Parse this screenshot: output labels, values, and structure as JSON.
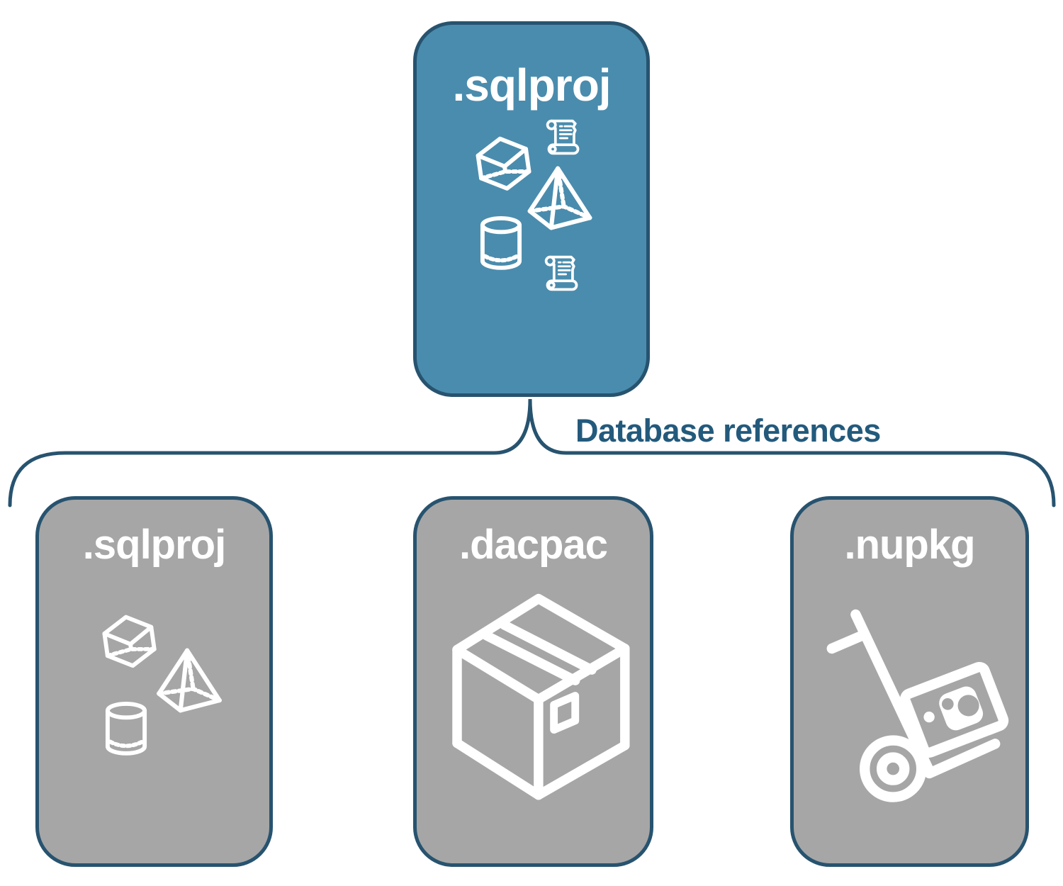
{
  "diagram": {
    "root": {
      "label": ".sqlproj"
    },
    "edge_label": "Database references",
    "children": [
      {
        "label": ".sqlproj"
      },
      {
        "label": ".dacpac"
      },
      {
        "label": ".nupkg"
      }
    ],
    "icons": {
      "root": [
        "cube-icon",
        "scroll-icon",
        "pyramid-icon",
        "cylinder-icon",
        "scroll-icon"
      ],
      "children": [
        "sql-objects-icon (cube, pyramid, cylinder)",
        "package-box-icon",
        "nuget-hand-truck-icon"
      ]
    },
    "colors": {
      "root_fill": "#4A8CAD",
      "child_fill": "#A6A6A6",
      "outline": "#27536F",
      "node_label_text": "#FFFFFF",
      "edge_label_text": "#235A7C",
      "icon_stroke": "#FFFFFF"
    }
  }
}
